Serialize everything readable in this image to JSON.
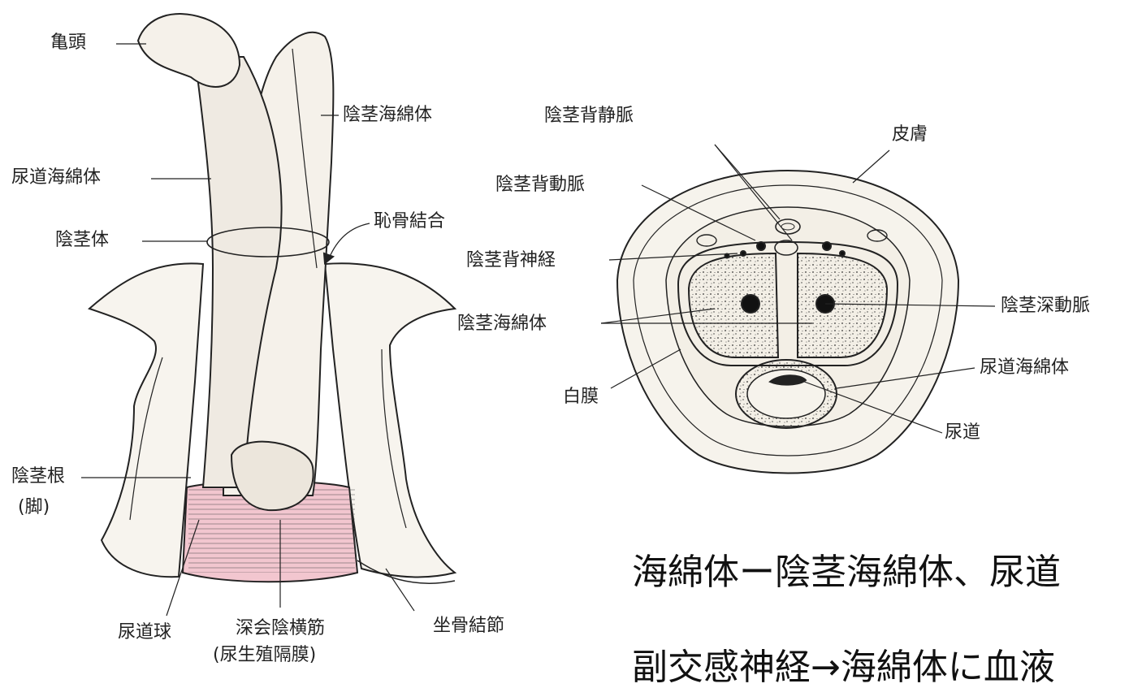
{
  "left_diagram": {
    "labels": {
      "glans": "亀頭",
      "corpus_cavernosum": "陰茎海綿体",
      "corpus_spongiosum": "尿道海綿体",
      "pubic_symphysis": "恥骨結合",
      "penile_body": "陰茎体",
      "penile_root": "陰茎根",
      "crus": "(脚)",
      "urethral_bulb": "尿道球",
      "deep_transverse_perineal": "深会陰横筋",
      "urogenital_diaphragm": "(尿生殖隔膜)",
      "ischial_tuberosity": "坐骨結節"
    }
  },
  "right_diagram": {
    "labels": {
      "deep_dorsal_vein": "陰茎背静脈",
      "skin": "皮膚",
      "dorsal_artery": "陰茎背動脈",
      "dorsal_nerve": "陰茎背神経",
      "corpus_cavernosum": "陰茎海綿体",
      "deep_artery": "陰茎深動脈",
      "tunica_albuginea": "白膜",
      "corpus_spongiosum": "尿道海綿体",
      "urethra": "尿道"
    }
  },
  "caption": {
    "line1": "海綿体ー陰茎海綿体、尿道",
    "line2": "副交感神経→海綿体に血液"
  },
  "colors": {
    "diaphragm_fill": "#f2c6cf",
    "ink": "#222222"
  }
}
